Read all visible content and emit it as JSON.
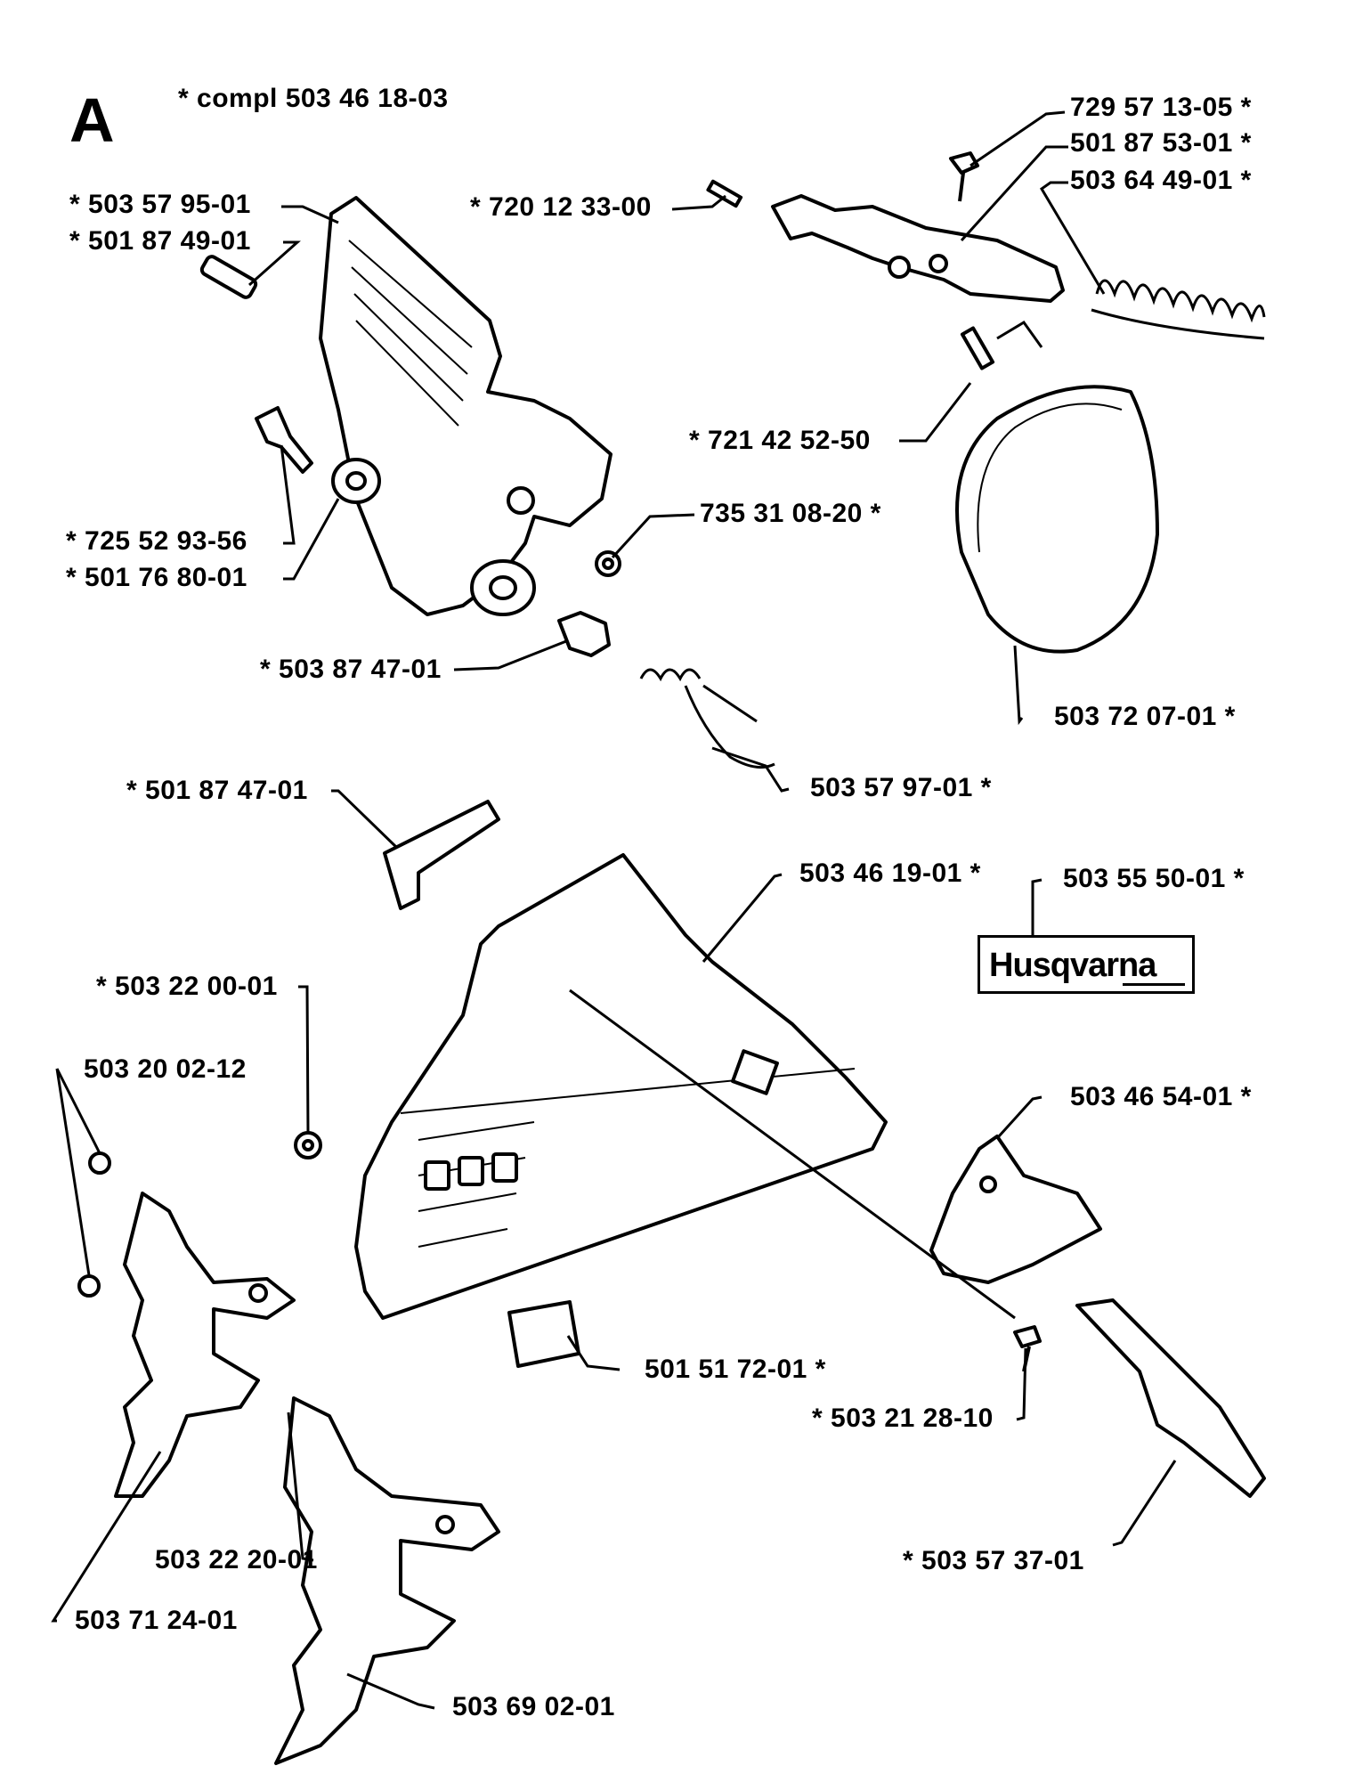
{
  "section": "A",
  "compl": "*  compl 503 46 18-03",
  "brand": "Husqvarna",
  "labels": {
    "p729571305": "729 57 13-05  *",
    "p501875301": "501 87 53-01  *",
    "p503644901": "503 64 49-01  *",
    "p720123300": "*  720 12 33-00",
    "p503579501": "*  503 57 95-01",
    "p501874901": "*  501 87 49-01",
    "p721425250": "*  721 42 52-50",
    "p735310820": "735 31 08-20  *",
    "p725529356": "*  725 52 93-56",
    "p501768001": "*  501 76 80-01",
    "p503874701": "*  503 87 47-01",
    "p503720701": "503 72 07-01  *",
    "p503579701": "503 57 97-01  *",
    "p501874701": "*  501 87 47-01",
    "p503461901": "503 46 19-01  *",
    "p503555001": "503 55 50-01  *",
    "p503220001": "*  503 22 00-01",
    "p503200212": "503 20 02-12",
    "p503465401": "503 46 54-01  *",
    "p501517201": "501 51 72-01  *",
    "p503212810": "*  503 21 28-10",
    "p503222001": "503 22 20-01",
    "p503712401": "503 71 24-01",
    "p503573701": "*  503 57 37-01",
    "p503690201": "503 69 02-01"
  }
}
